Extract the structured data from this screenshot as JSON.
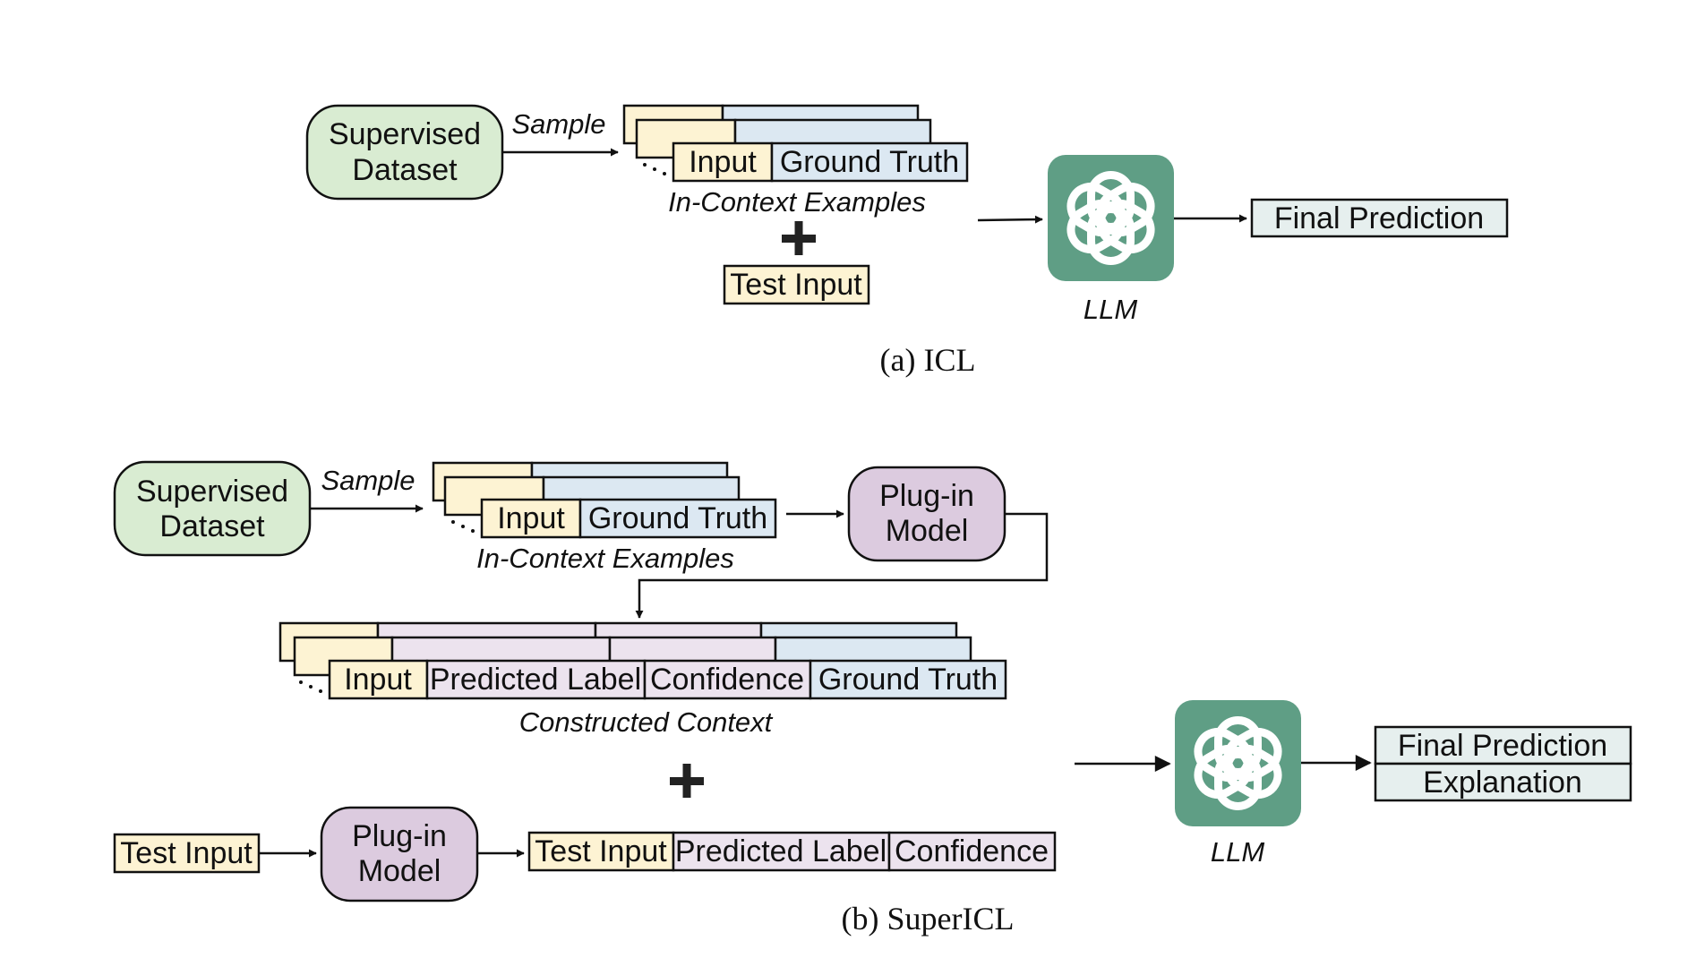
{
  "colors": {
    "dataset_green": "#d9ecd2",
    "input_yellow": "#fdf3d3",
    "truth_blue": "#dce8f2",
    "predicted_purple": "#ece3ee",
    "plugin_purple": "#dccbdf",
    "llm_green": "#5f9e85",
    "final_grey": "#e6efee"
  },
  "icons": {
    "llm": "openai-logo-icon"
  },
  "icl": {
    "dataset": [
      "Supervised",
      "Dataset"
    ],
    "sample": "Sample",
    "input": "Input",
    "ground_truth": "Ground Truth",
    "examples_label": "In-Context Examples",
    "plus": "+",
    "test_input": "Test Input",
    "llm": "LLM",
    "final_prediction": "Final Prediction",
    "caption": "(a) ICL"
  },
  "supericl": {
    "dataset": [
      "Supervised",
      "Dataset"
    ],
    "sample": "Sample",
    "input": "Input",
    "ground_truth": "Ground Truth",
    "examples_label": "In-Context Examples",
    "plugin": [
      "Plug-in",
      "Model"
    ],
    "ctx_input": "Input",
    "ctx_predicted": "Predicted Label",
    "ctx_confidence": "Confidence",
    "ctx_truth": "Ground Truth",
    "context_label": "Constructed Context",
    "plus": "+",
    "test_input": "Test Input",
    "plugin2": [
      "Plug-in",
      "Model"
    ],
    "row_test_input": "Test Input",
    "row_predicted": "Predicted Label",
    "row_confidence": "Confidence",
    "llm": "LLM",
    "final_prediction": "Final Prediction",
    "explanation": "Explanation",
    "caption": "(b) SuperICL"
  }
}
